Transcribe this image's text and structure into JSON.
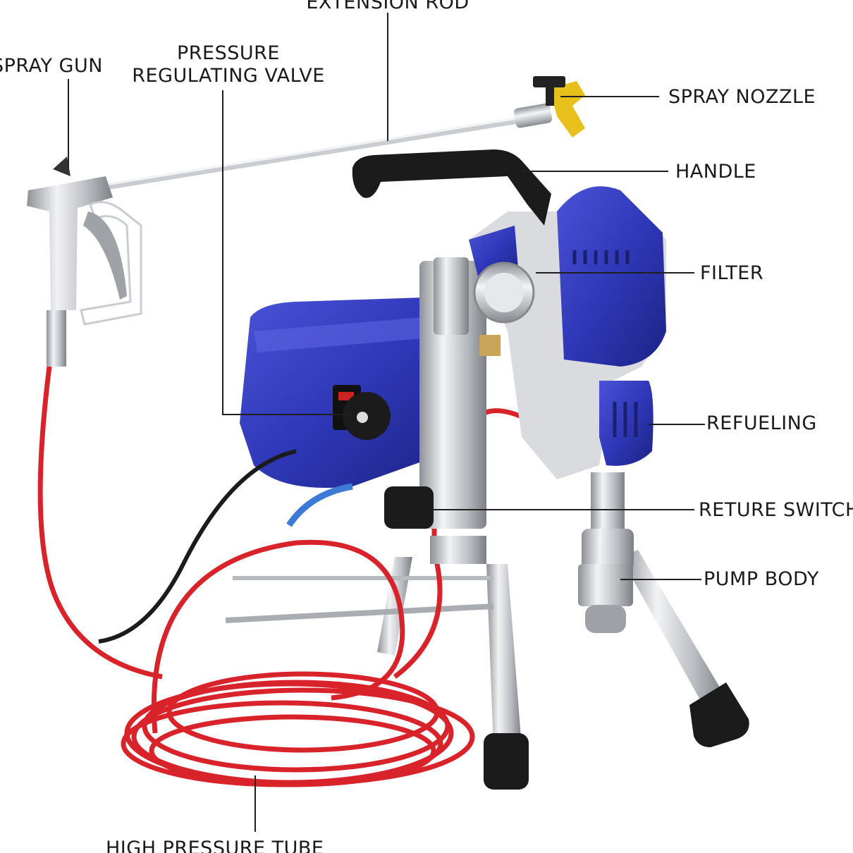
{
  "labels": {
    "extension_rod": "EXTENSION ROD",
    "spray_gun": "SPRAY GUN",
    "pressure_valve_line1": "PRESSURE",
    "pressure_valve_line2": "REGULATING VALVE",
    "spray_nozzle": "SPRAY NOZZLE",
    "handle": "HANDLE",
    "filter": "FILTER",
    "refueling": "REFUELING",
    "return_switch": "RETURE SWITCH",
    "pump_body": "PUMP BODY",
    "high_pressure_tube": "HIGH PRESSURE TUBE"
  },
  "colors": {
    "body_blue": "#2f38b8",
    "hose_red": "#d8232a",
    "metal": "#c9ccd1",
    "dark": "#1b1b1b",
    "nozzle_yellow": "#e8c01c"
  }
}
